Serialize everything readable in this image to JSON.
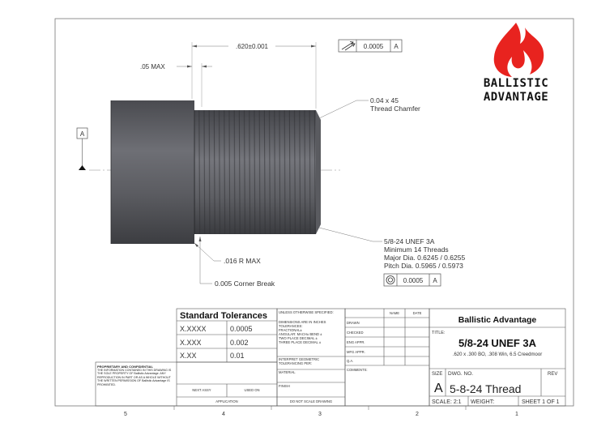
{
  "brand": {
    "line1": "BALLISTIC",
    "line2": "ADVANTAGE",
    "accent_color": "#e8231f"
  },
  "datum": {
    "label": "A"
  },
  "dimensions": {
    "overall_length": ".620±0.001",
    "shoulder_max": ".05 MAX",
    "chamfer_line1": "0.04 x 45",
    "chamfer_line2": "Thread Chamfer",
    "radius": ".016 R MAX",
    "corner_break": "0.005 Corner Break"
  },
  "thread_callout": {
    "line1": "5/8-24 UNEF 3A",
    "line2": "Minimum 14 Threads",
    "line3": "Major Dia. 0.6245 / 0.6255",
    "line4": "Pitch Dia. 0.5965 / 0.5973"
  },
  "fcf_runout": {
    "symbol": "runout-icon",
    "value": "0.0005",
    "datum": "A"
  },
  "fcf_concentric": {
    "symbol": "concentricity-icon",
    "value": "0.0005",
    "datum": "A"
  },
  "tolerances": {
    "title": "Standard Tolerances",
    "rows": [
      {
        "key": "X.XXXX",
        "value": "0.0005"
      },
      {
        "key": "X.XXX",
        "value": "0.002"
      },
      {
        "key": "X.XX",
        "value": "0.01"
      }
    ]
  },
  "title_block": {
    "unless": "UNLESS OTHERWISE SPECIFIED:",
    "dims_in": "DIMENSIONS ARE IN INCHES",
    "tolerances": "TOLERANCES:",
    "fractional": "FRACTIONAL±",
    "angular": "ANGULAR: MACH±   BEND ±",
    "two_place": "TWO PLACE DECIMAL  ±",
    "three_place": "THREE PLACE DECIMAL  ±",
    "interpret": "INTERPRET GEOMETRIC",
    "tolerancing": "TOLERANCING PER:",
    "material": "MATERIAL",
    "finish": "FINISH",
    "next_assy": "NEXT ASSY",
    "used_on": "USED ON",
    "application": "APPLICATION",
    "do_not_scale": "DO NOT SCALE DRAWING",
    "name_hdr": "NAME",
    "date_hdr": "DATE",
    "drawn": "DRAWN",
    "checked": "CHECKED",
    "eng_appr": "ENG APPR.",
    "mfg_appr": "MFG APPR.",
    "qa": "Q.A.",
    "comments": "COMMENTS:",
    "proprietary_title": "PROPRIETARY AND CONFIDENTIAL",
    "proprietary_body": "THE INFORMATION CONTAINED IN THIS DRAWING IS THE SOLE PROPERTY OF Ballistic Advantage. ANY REPRODUCTION IN PART OR AS A WHOLE WITHOUT THE WRITTEN PERMISSION OF Ballistic Advantage IS PROHIBITED.",
    "company": "Ballistic Advantage",
    "title_label": "TITLE:",
    "title_main": "5/8-24 UNEF 3A",
    "title_sub": ".620 x .300 BO, .308 Win, 6.5 Creedmoor",
    "size_label": "SIZE",
    "size_value": "A",
    "dwg_label": "DWG.  NO.",
    "dwg_value": "5-8-24 Thread",
    "rev_label": "REV",
    "scale": "SCALE: 2:1",
    "weight": "WEIGHT:",
    "sheet": "SHEET 1 OF 1"
  },
  "zones": [
    "5",
    "4",
    "3",
    "2",
    "1"
  ]
}
